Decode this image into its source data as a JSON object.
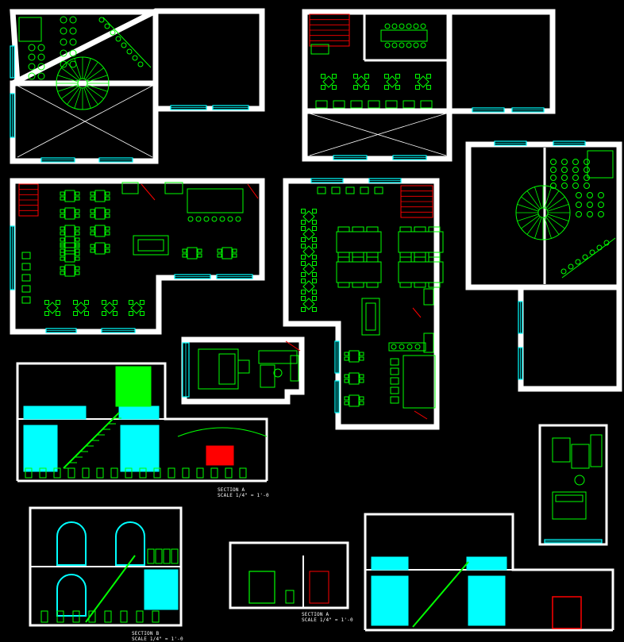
{
  "drawing": {
    "type": "architectural CAD sheet",
    "background": "#000000",
    "colors": {
      "wall": "#ffffff",
      "furniture": "#00ff00",
      "window": "#00ffff",
      "door": "#ff0000",
      "fill_red": "#ff0000"
    }
  },
  "labels": {
    "section_a_1": "SECTION A",
    "scale_1": "SCALE 1/4\" = 1'-0",
    "section_a_2": "SECTION A",
    "scale_2": "SCALE 1/4\" = 1'-0",
    "section_b": "SECTION B",
    "scale_3": "SCALE 1/4\" = 1'-0"
  }
}
